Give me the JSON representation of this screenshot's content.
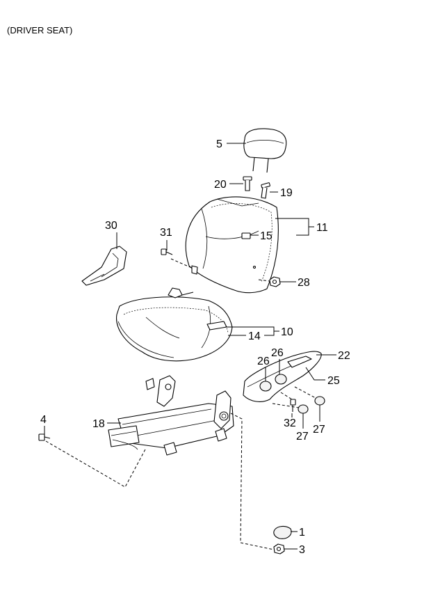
{
  "title": "(DRIVER SEAT)",
  "callouts": {
    "c1": "1",
    "c3": "3",
    "c4": "4",
    "c5": "5",
    "c10": "10",
    "c11": "11",
    "c14": "14",
    "c15": "15",
    "c18": "18",
    "c19": "19",
    "c20": "20",
    "c22": "22",
    "c25": "25",
    "c26a": "26",
    "c26b": "26",
    "c27a": "27",
    "c27b": "27",
    "c28": "28",
    "c30": "30",
    "c31": "31",
    "c32": "32"
  }
}
